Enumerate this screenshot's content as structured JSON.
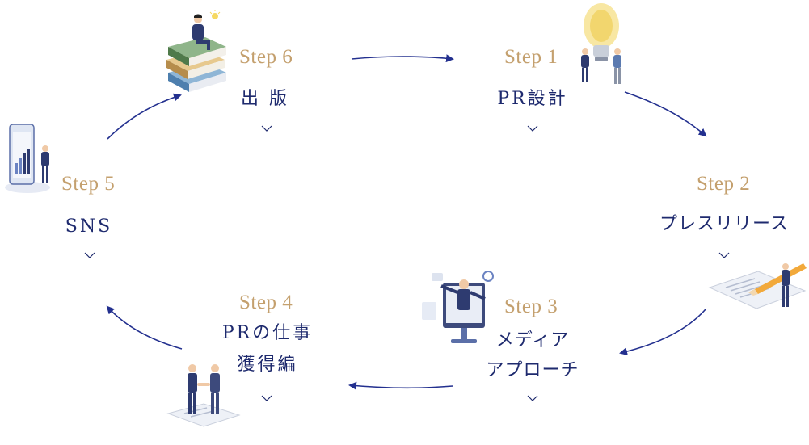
{
  "steps": [
    {
      "label": "Step 1",
      "title": "PR設計"
    },
    {
      "label": "Step 2",
      "title": "プレスリリース"
    },
    {
      "label": "Step 3",
      "title_line1": "メディア",
      "title_line2": "アプローチ"
    },
    {
      "label": "Step 4",
      "title_line1": "PRの仕事",
      "title_line2": "獲得編"
    },
    {
      "label": "Step 5",
      "title": "SNS"
    },
    {
      "label": "Step 6",
      "title": "出 版"
    }
  ],
  "icons": {
    "step1": "lightbulb-team-icon",
    "step2": "pencil-document-icon",
    "step3": "monitor-presenter-icon",
    "step4": "handshake-contract-icon",
    "step5": "smartphone-chart-icon",
    "step6": "books-reader-icon"
  },
  "colors": {
    "accent": "#c4a06e",
    "title": "#1e2a6e",
    "arrow": "#23308f"
  }
}
